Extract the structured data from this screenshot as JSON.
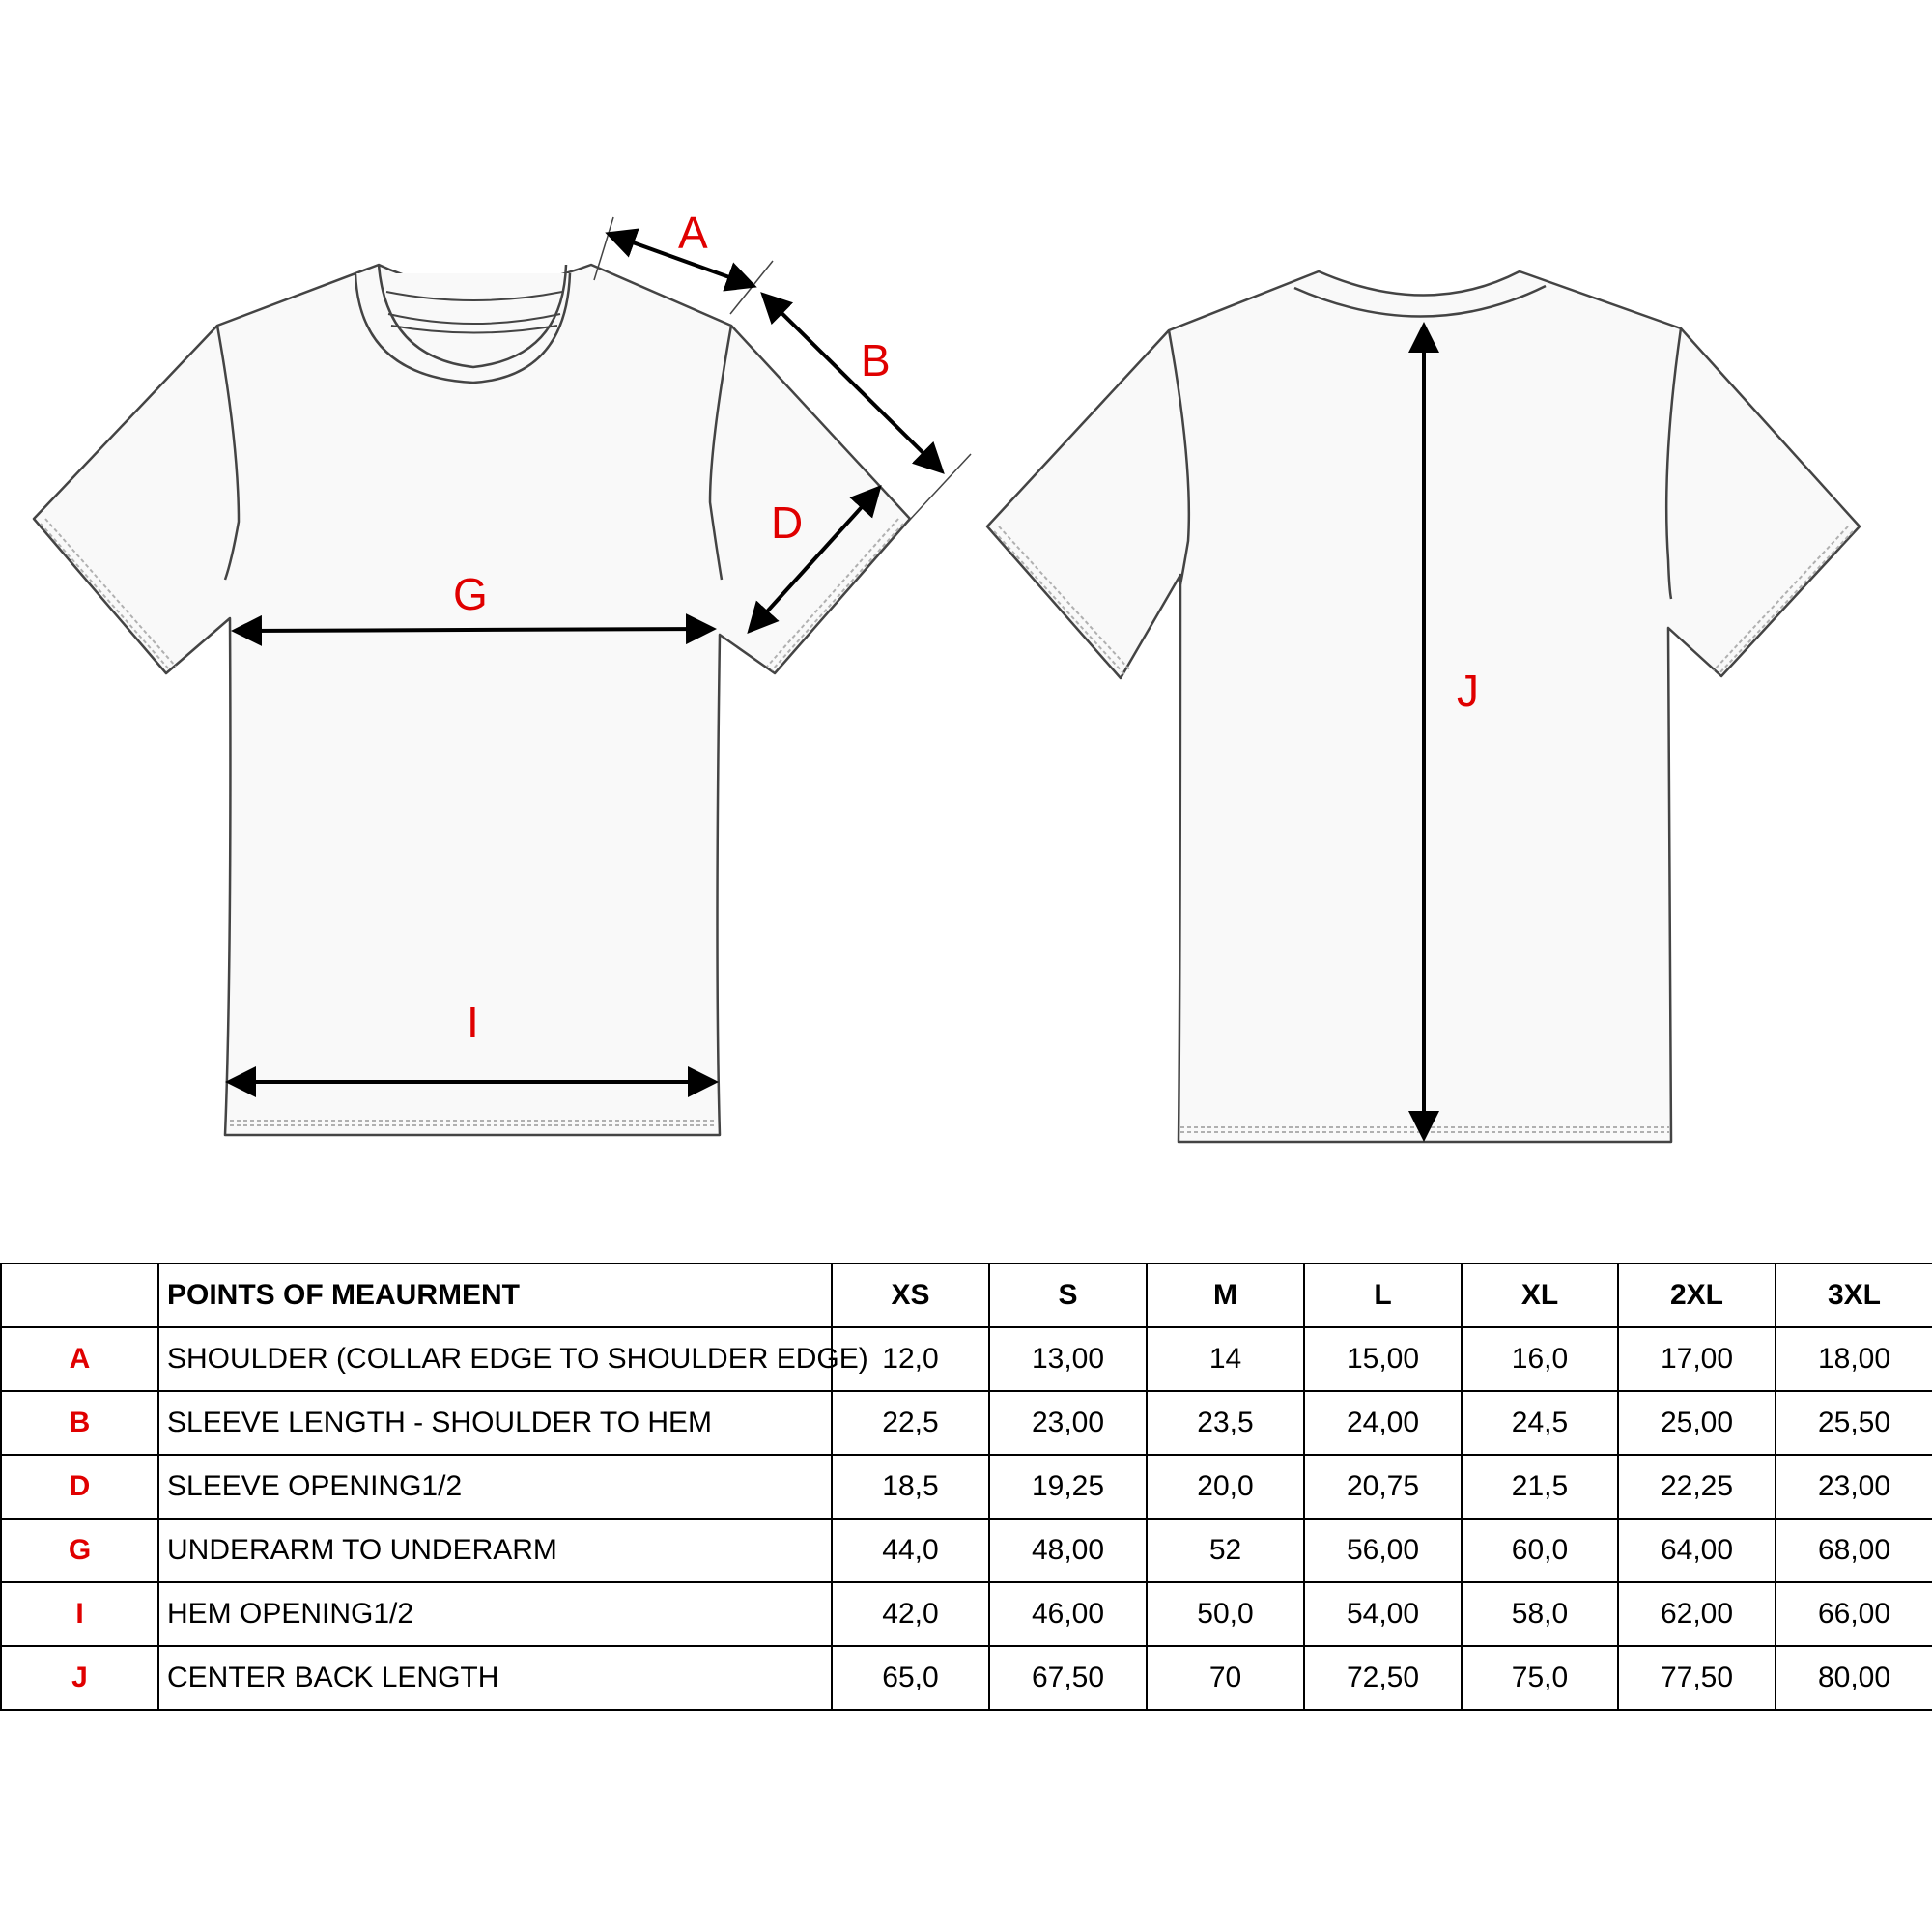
{
  "labels": {
    "a": "A",
    "b": "B",
    "d": "D",
    "g": "G",
    "i": "I",
    "j": "J"
  },
  "colors": {
    "label": "#e00000",
    "outline": "#444444",
    "garment_fill": "#f9f9f9",
    "stitch": "#b0b0b0"
  },
  "table": {
    "headers": [
      "",
      "POINTS OF MEAURMENT",
      "XS",
      "S",
      "M",
      "L",
      "XL",
      "2XL",
      "3XL"
    ],
    "rows": [
      {
        "code": "A",
        "desc": "SHOULDER (COLLAR EDGE TO SHOULDER EDGE)",
        "values": [
          "12,0",
          "13,00",
          "14",
          "15,00",
          "16,0",
          "17,00",
          "18,00"
        ]
      },
      {
        "code": "B",
        "desc": "SLEEVE LENGTH - SHOULDER TO HEM",
        "values": [
          "22,5",
          "23,00",
          "23,5",
          "24,00",
          "24,5",
          "25,00",
          "25,50"
        ]
      },
      {
        "code": "D",
        "desc": "SLEEVE OPENING1/2",
        "values": [
          "18,5",
          "19,25",
          "20,0",
          "20,75",
          "21,5",
          "22,25",
          "23,00"
        ]
      },
      {
        "code": "G",
        "desc": "UNDERARM TO UNDERARM",
        "values": [
          "44,0",
          "48,00",
          "52",
          "56,00",
          "60,0",
          "64,00",
          "68,00"
        ]
      },
      {
        "code": "I",
        "desc": "HEM OPENING1/2",
        "values": [
          "42,0",
          "46,00",
          "50,0",
          "54,00",
          "58,0",
          "62,00",
          "66,00"
        ]
      },
      {
        "code": "J",
        "desc": "CENTER BACK LENGTH",
        "values": [
          "65,0",
          "67,50",
          "70",
          "72,50",
          "75,0",
          "77,50",
          "80,00"
        ]
      }
    ]
  }
}
